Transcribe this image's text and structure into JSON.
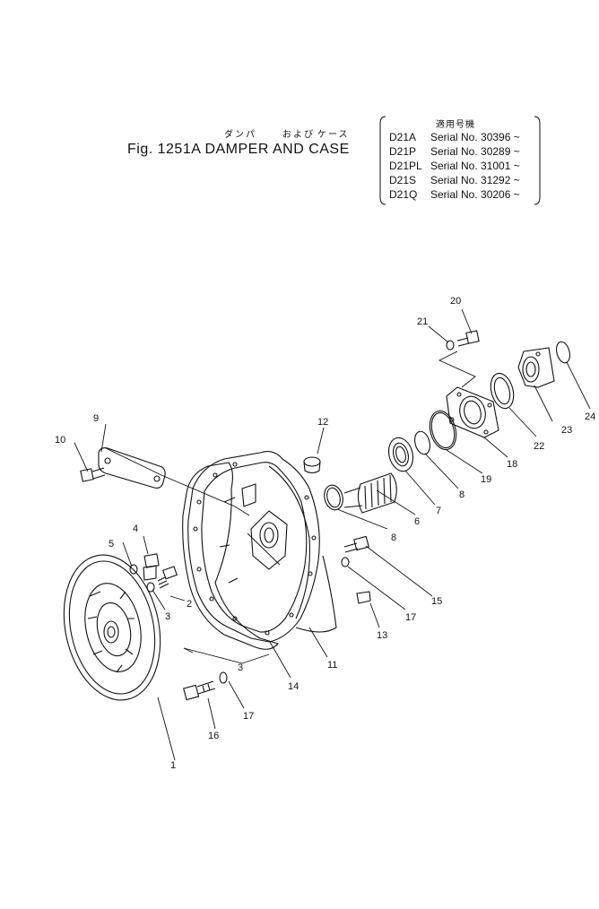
{
  "header": {
    "kana_1": "ダンパ",
    "kana_2": "および",
    "kana_3": "ケース",
    "figure_title": "Fig. 1251A  DAMPER AND CASE"
  },
  "applicability": {
    "heading": "適用号機",
    "rows": [
      {
        "model": "D21A",
        "serial": "Serial No. 30396 ~"
      },
      {
        "model": "D21P",
        "serial": "Serial No. 30289 ~"
      },
      {
        "model": "D21PL",
        "serial": "Serial No. 31001 ~"
      },
      {
        "model": "D21S",
        "serial": "Serial No. 31292 ~"
      },
      {
        "model": "D21Q",
        "serial": "Serial No. 30206 ~"
      }
    ]
  },
  "callouts": [
    "1",
    "2",
    "3",
    "3",
    "4",
    "5",
    "6",
    "7",
    "8",
    "8",
    "9",
    "10",
    "11",
    "12",
    "13",
    "14",
    "15",
    "16",
    "17",
    "17",
    "18",
    "19",
    "20",
    "21",
    "22",
    "23",
    "24"
  ]
}
